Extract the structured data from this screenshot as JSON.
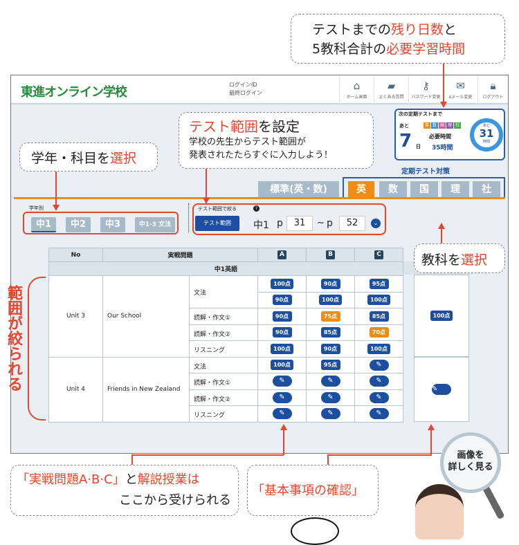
{
  "callouts": {
    "top_line1_a": "テストまでの",
    "top_line1_b": "残り日数",
    "top_line1_c": "と",
    "top_line2_a": "5教科合計の",
    "top_line2_b": "必要学習時間",
    "range_title_a": "テスト範囲",
    "range_title_b": "を設定",
    "range_line2": "学校の先生からテスト範囲が",
    "range_line3": "発表されたたらすぐに入力しよう！",
    "grade_a": "学年・科目を",
    "grade_b": "選択",
    "subject_a": "教科を",
    "subject_b": "選択",
    "narrowed": "範囲が絞られる",
    "abc_a": "「実戦問題A·B·C」",
    "abc_b": "と",
    "abc_c": "解説授業は",
    "abc_line2": "ここから受けられる",
    "basic": "「基本事項の確認」",
    "zoom_line1": "画像を",
    "zoom_line2": "詳しく見る"
  },
  "header": {
    "logo": "東進オンライン学校",
    "login_id": "ログインID",
    "last_login": "最終ログイン",
    "nav": [
      {
        "icon": "home-icon",
        "label": "ホーム画面"
      },
      {
        "icon": "chat-icon",
        "label": "よくある質問"
      },
      {
        "icon": "key-icon",
        "label": "パスワード変更"
      },
      {
        "icon": "mail-icon",
        "label": "eメール変更"
      },
      {
        "icon": "lock-icon",
        "label": "ログアウト"
      }
    ]
  },
  "countdown": {
    "title": "次の定期テストまで",
    "ato": "あと",
    "days": "7",
    "day_unit": "日",
    "subjects": [
      "英",
      "数",
      "国",
      "理",
      "社"
    ],
    "required_label": "必要時間",
    "required_hours": "35時間",
    "ring_ato": "あと",
    "ring_value": "31",
    "ring_unit": "時間"
  },
  "test_prep_label": "定期テスト対策",
  "tabs": {
    "standard": "標準(英・数)",
    "subjects": [
      "英",
      "数",
      "国",
      "理",
      "社"
    ],
    "active": "英"
  },
  "grade": {
    "label": "学年別",
    "buttons": [
      "中1",
      "中2",
      "中3",
      "中1-3 文法"
    ],
    "active": "中1"
  },
  "range": {
    "label": "テスト範囲で絞る",
    "help": "?",
    "button": "テスト範囲",
    "grade": "中1",
    "p1": "p",
    "from": "31",
    "tilde": "~",
    "p2": "p",
    "to": "52"
  },
  "table": {
    "headers": [
      "No",
      "実戦問題",
      "A",
      "B",
      "C"
    ],
    "section": "中1英語",
    "units": [
      {
        "no": "Unit 3",
        "title": "Our School",
        "basic": "100点",
        "rows": [
          {
            "sub": "文法",
            "a": "100点",
            "b": "90点",
            "c": "95点"
          },
          {
            "sub": "",
            "a": "90点",
            "b": "100点",
            "c": "100点"
          },
          {
            "sub": "読解・作文①",
            "a": "90点",
            "b": "75点",
            "c": "85点"
          },
          {
            "sub": "読解・作文②",
            "a": "90点",
            "b": "85点",
            "c": "70点"
          },
          {
            "sub": "リスニング",
            "a": "100点",
            "b": "90点",
            "c": "100点"
          }
        ]
      },
      {
        "no": "Unit 4",
        "title": "Friends in New Zealand",
        "basic": "",
        "rows": [
          {
            "sub": "文法",
            "a": "100点",
            "b": "95点",
            "c": ""
          },
          {
            "sub": "読解・作文①",
            "a": "",
            "b": "",
            "c": ""
          },
          {
            "sub": "読解・作文②",
            "a": "",
            "b": "",
            "c": ""
          },
          {
            "sub": "リスニング",
            "a": "",
            "b": "",
            "c": ""
          }
        ]
      }
    ]
  },
  "colors": {
    "accent": "#e8452c",
    "orange": "#f08c12",
    "navy": "#1d4fa0",
    "logo_green": "#2a8a3c"
  }
}
